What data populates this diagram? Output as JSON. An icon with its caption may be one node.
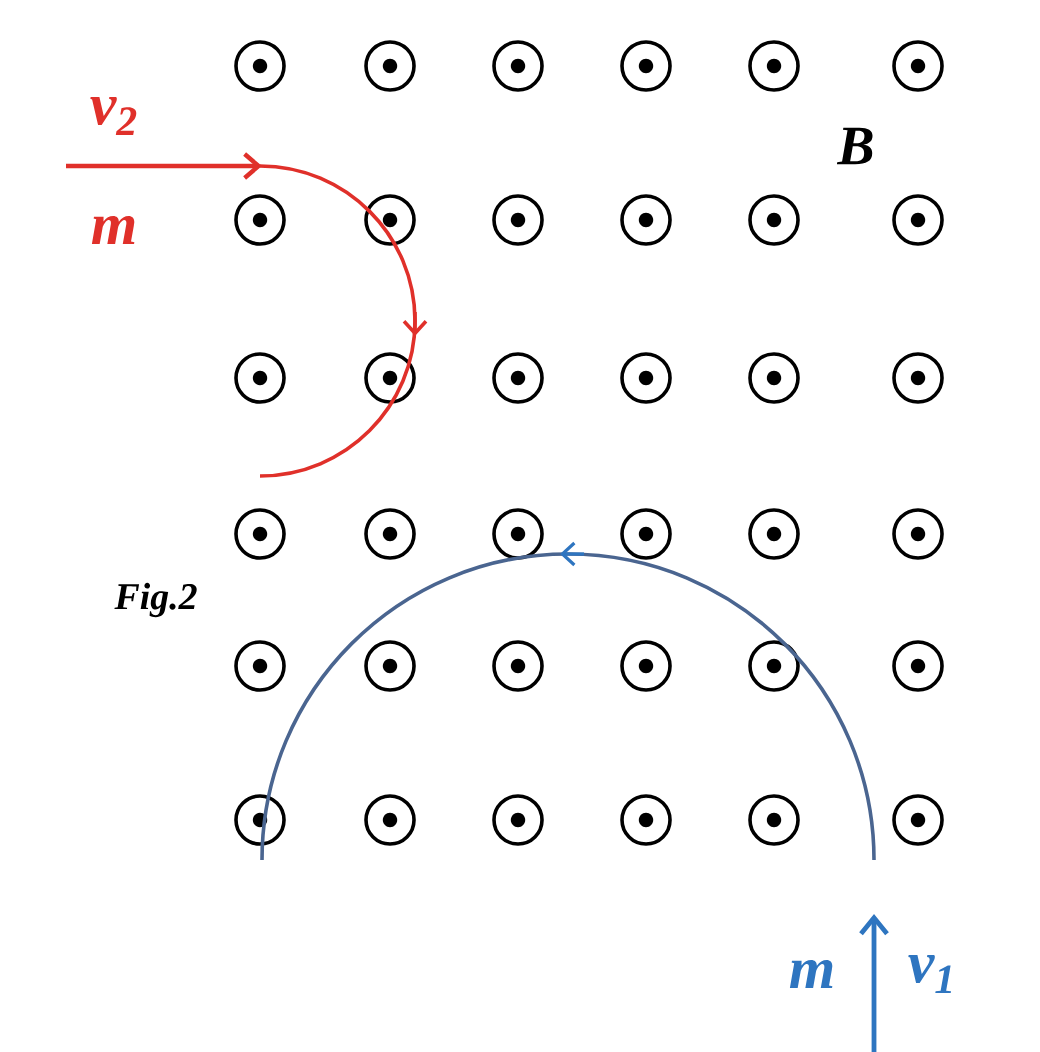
{
  "diagram": {
    "labels": [
      "v$_{2}$",
      "m",
      "B",
      "Fig.2",
      "m",
      "v$_{1}$"
    ]
  }
}
